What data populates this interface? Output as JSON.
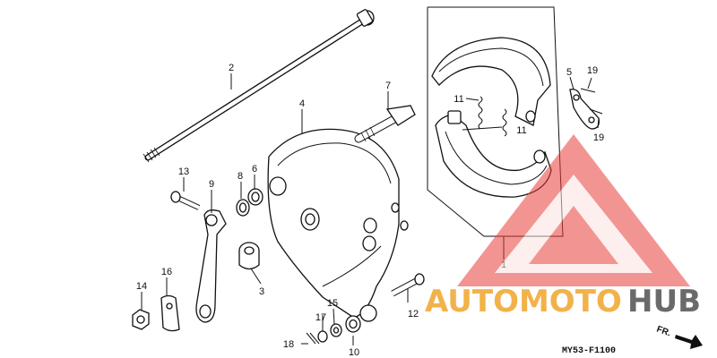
{
  "diagram": {
    "code": "MY53-F1100",
    "direction_label": "FR.",
    "callouts": [
      "1",
      "2",
      "3",
      "4",
      "5",
      "6",
      "7",
      "8",
      "9",
      "10",
      "11",
      "11",
      "12",
      "13",
      "14",
      "15",
      "16",
      "17",
      "18",
      "19",
      "19"
    ]
  },
  "watermark": {
    "brand_part1": "AUTOMOTO",
    "brand_part2": "HUB",
    "colors": {
      "triangle": "#e8403a",
      "auto": "#f2b24a",
      "hub": "#6a6a6a"
    }
  }
}
